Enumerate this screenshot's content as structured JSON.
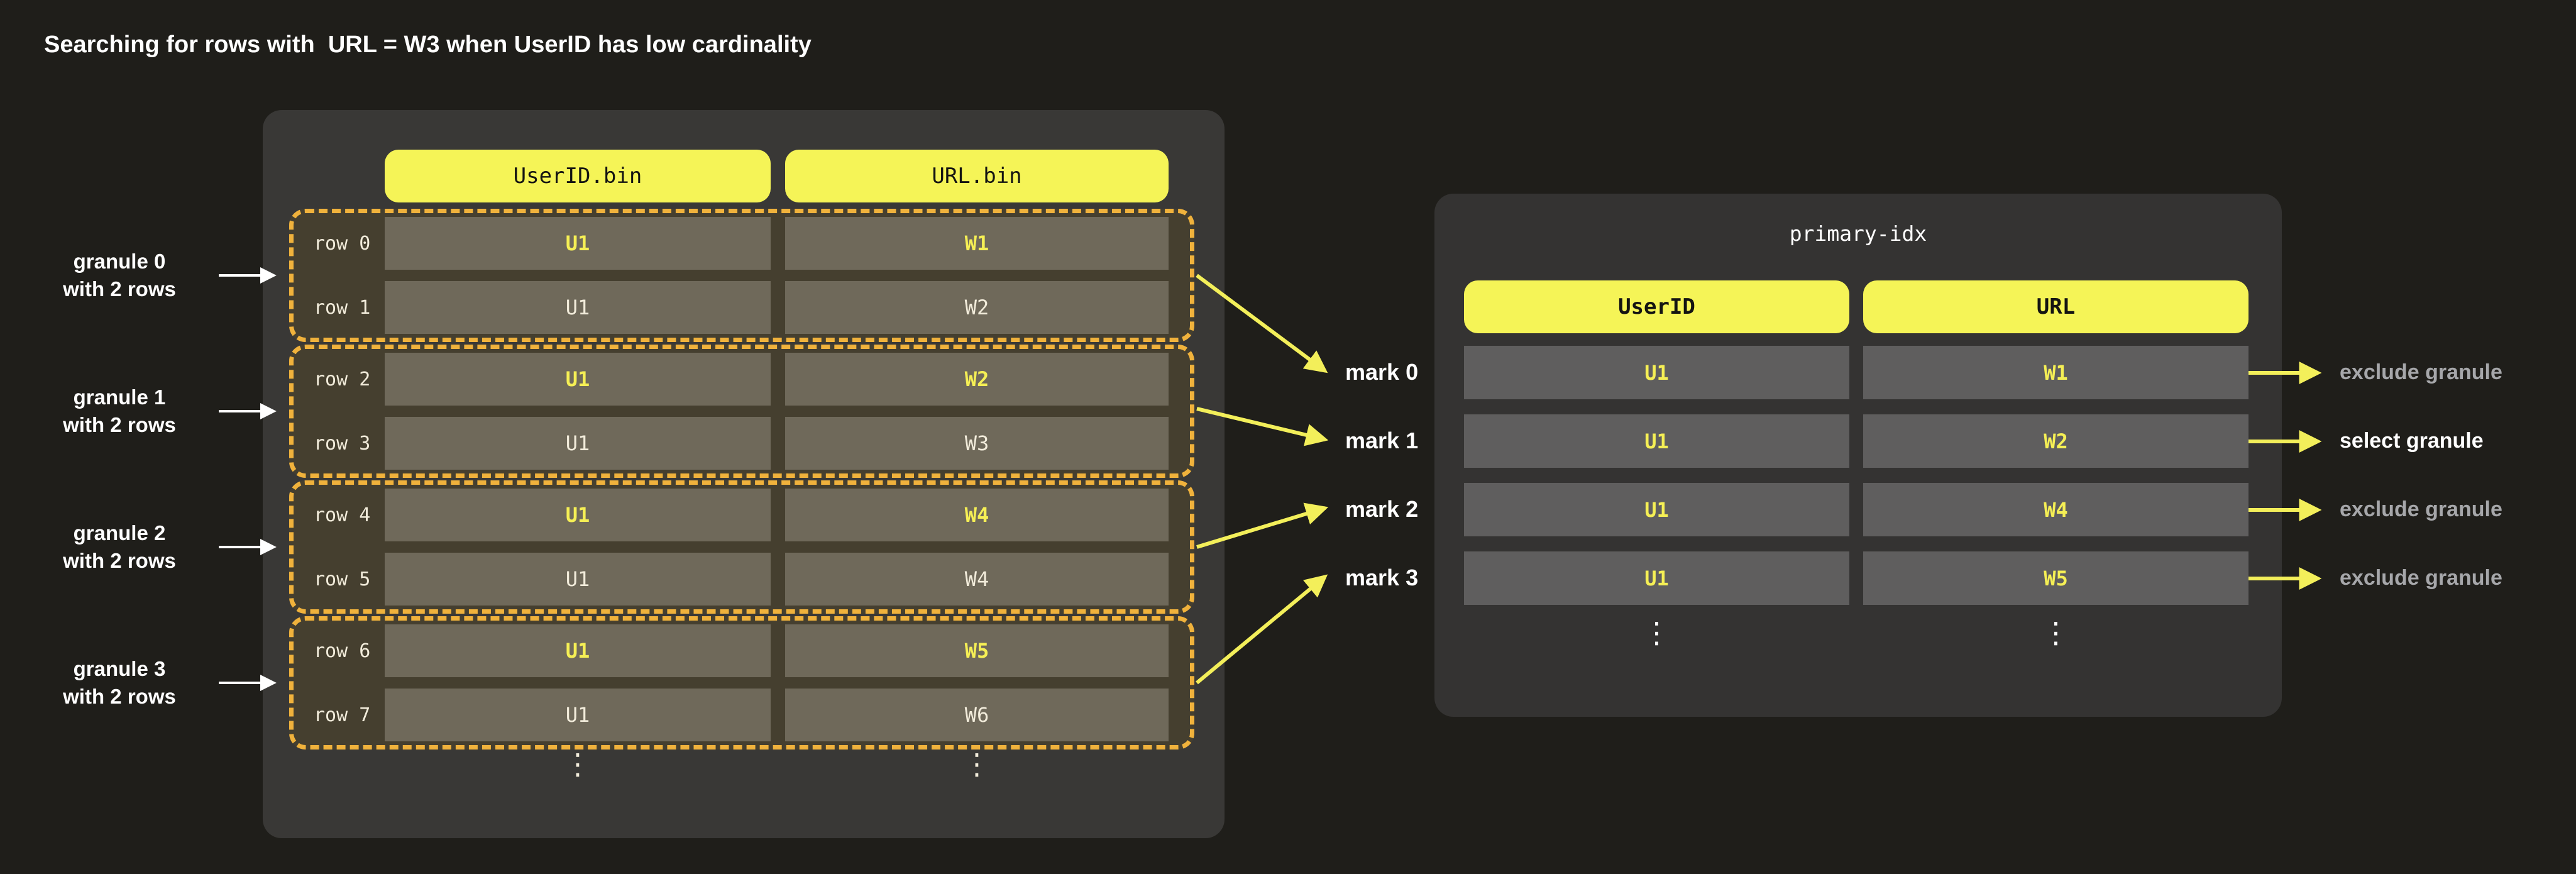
{
  "title": "Searching for rows with  URL = W3 when UserID has low cardinality",
  "colors": {
    "background": "#1f1e1a",
    "left_panel": "#393836",
    "right_panel": "#343332",
    "header_yellow": "#f5f457",
    "granule_dash_amber": "#f0b23c",
    "granule_fill_olive": "#453f2f",
    "left_cell": "#6f695a",
    "index_cell": "#5f5e5e",
    "highlight_text_yellow": "#f5ef55",
    "cream_text": "#f2ecdb",
    "arrow_yellow": "#f3ef5a",
    "annotation_gray": "#a6a7aa"
  },
  "left_table": {
    "column_headers": [
      "UserID.bin",
      "URL.bin"
    ],
    "granules": [
      {
        "label_line1": "granule 0",
        "label_line2": "with 2 rows",
        "rows": [
          {
            "name": "row 0",
            "user_id": "U1",
            "url": "W1",
            "highlight": true
          },
          {
            "name": "row 1",
            "user_id": "U1",
            "url": "W2",
            "highlight": false
          }
        ]
      },
      {
        "label_line1": "granule 1",
        "label_line2": "with 2 rows",
        "rows": [
          {
            "name": "row 2",
            "user_id": "U1",
            "url": "W2",
            "highlight": true
          },
          {
            "name": "row 3",
            "user_id": "U1",
            "url": "W3",
            "highlight": false
          }
        ]
      },
      {
        "label_line1": "granule 2",
        "label_line2": "with 2 rows",
        "rows": [
          {
            "name": "row 4",
            "user_id": "U1",
            "url": "W4",
            "highlight": true
          },
          {
            "name": "row 5",
            "user_id": "U1",
            "url": "W4",
            "highlight": false
          }
        ]
      },
      {
        "label_line1": "granule 3",
        "label_line2": "with 2 rows",
        "rows": [
          {
            "name": "row 6",
            "user_id": "U1",
            "url": "W5",
            "highlight": true
          },
          {
            "name": "row 7",
            "user_id": "U1",
            "url": "W6",
            "highlight": false
          }
        ]
      }
    ],
    "ellipsis": "⋮"
  },
  "marks": [
    "mark 0",
    "mark 1",
    "mark 2",
    "mark 3"
  ],
  "index_table": {
    "title": "primary-idx",
    "column_headers": [
      "UserID",
      "URL"
    ],
    "rows": [
      [
        "U1",
        "W1"
      ],
      [
        "U1",
        "W2"
      ],
      [
        "U1",
        "W4"
      ],
      [
        "U1",
        "W5"
      ]
    ],
    "ellipsis": "⋮"
  },
  "annotations": [
    {
      "label": "exclude granule",
      "emphasis": false
    },
    {
      "label": "select granule",
      "emphasis": true
    },
    {
      "label": "exclude granule",
      "emphasis": false
    },
    {
      "label": "exclude granule",
      "emphasis": false
    }
  ]
}
